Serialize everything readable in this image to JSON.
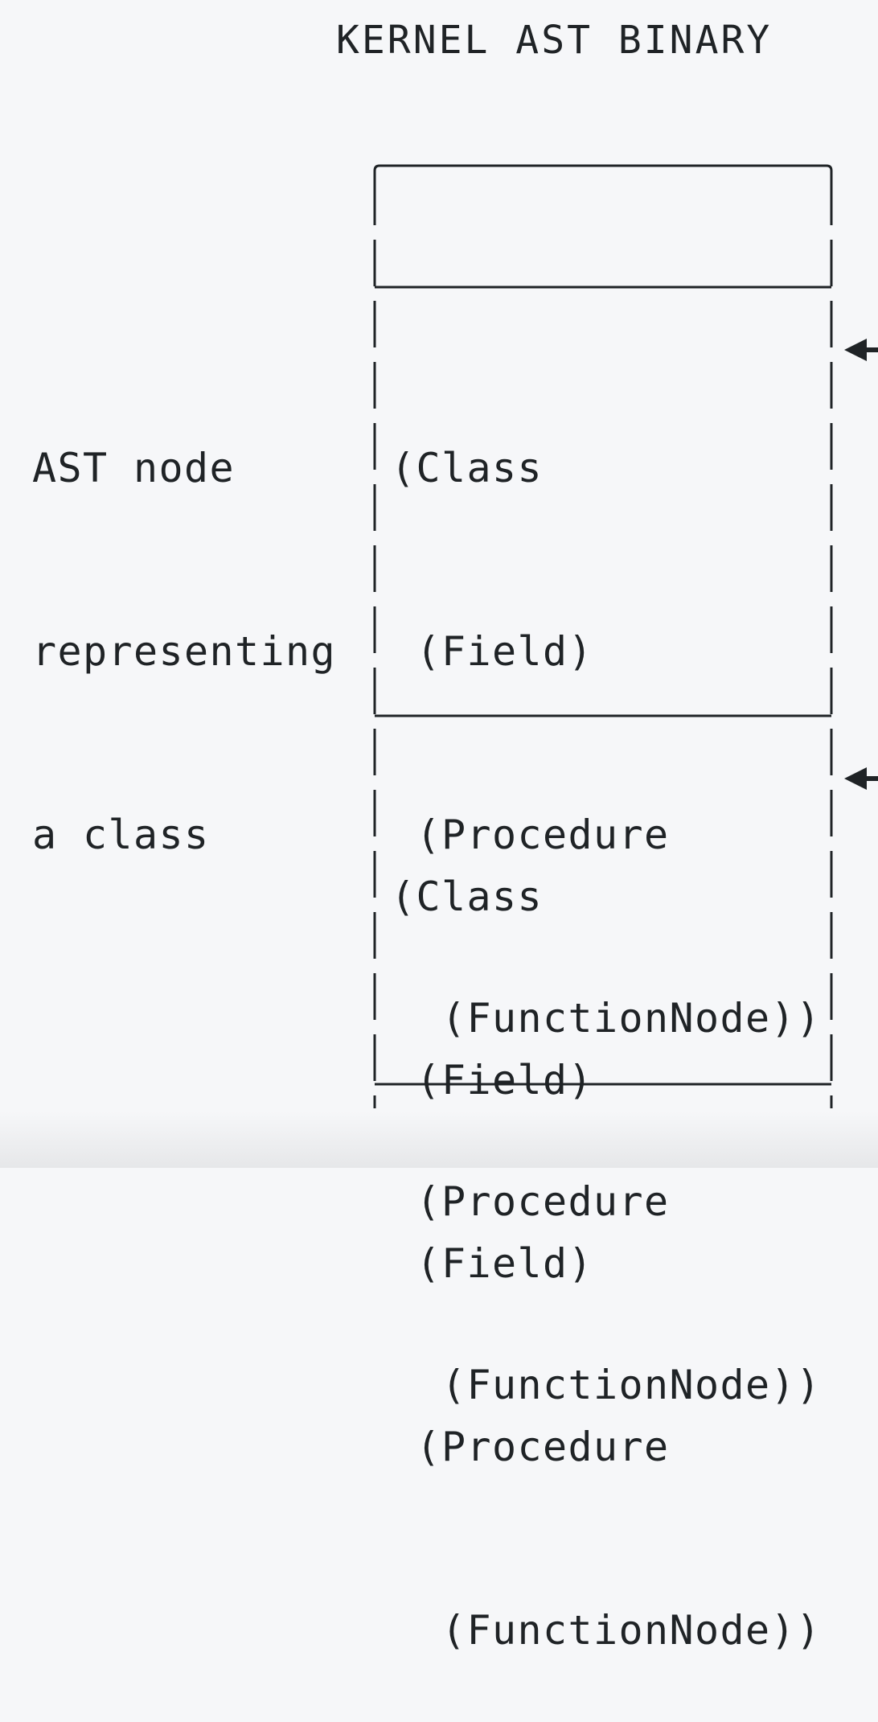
{
  "title": "KERNEL AST BINARY",
  "left_label": [
    "AST node",
    "representing",
    "a class"
  ],
  "class_blocks": [
    {
      "lines": [
        "(Class",
        " (Field)",
        " (Procedure",
        "  (FunctionNode))",
        " (Procedure",
        "  (FunctionNode))"
      ]
    },
    {
      "lines": [
        "(Class",
        " (Field)",
        " (Field)",
        " (Procedure",
        "  (FunctionNode))"
      ]
    }
  ],
  "colors": {
    "background": "#f6f7f9",
    "stroke": "#1f2326"
  }
}
